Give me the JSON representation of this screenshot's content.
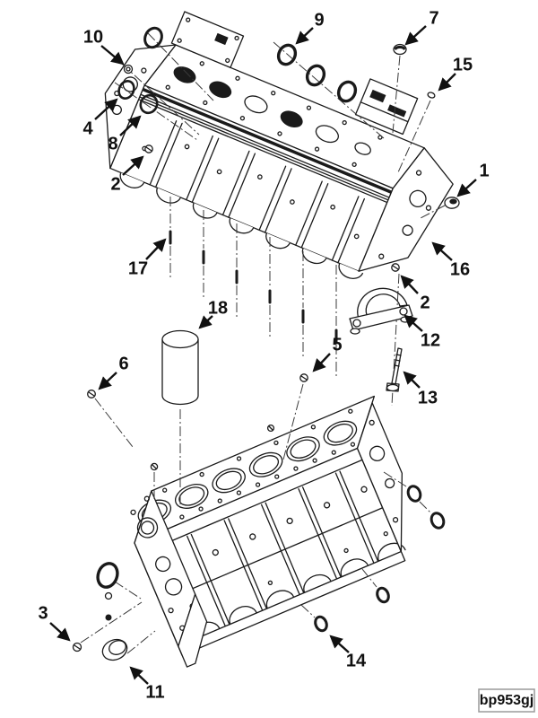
{
  "colors": {
    "line": "#1a1a1a",
    "background": "#ffffff"
  },
  "figure": {
    "figure_code": "bp953gj",
    "callouts": [
      {
        "label": "10"
      },
      {
        "label": "4"
      },
      {
        "label": "8"
      },
      {
        "label": "2"
      },
      {
        "label": "17"
      },
      {
        "label": "9"
      },
      {
        "label": "7"
      },
      {
        "label": "15"
      },
      {
        "label": "1"
      },
      {
        "label": "16"
      },
      {
        "label": "2"
      },
      {
        "label": "12"
      },
      {
        "label": "13"
      },
      {
        "label": "18"
      },
      {
        "label": "6"
      },
      {
        "label": "5"
      },
      {
        "label": "3"
      },
      {
        "label": "11"
      },
      {
        "label": "14"
      }
    ]
  }
}
